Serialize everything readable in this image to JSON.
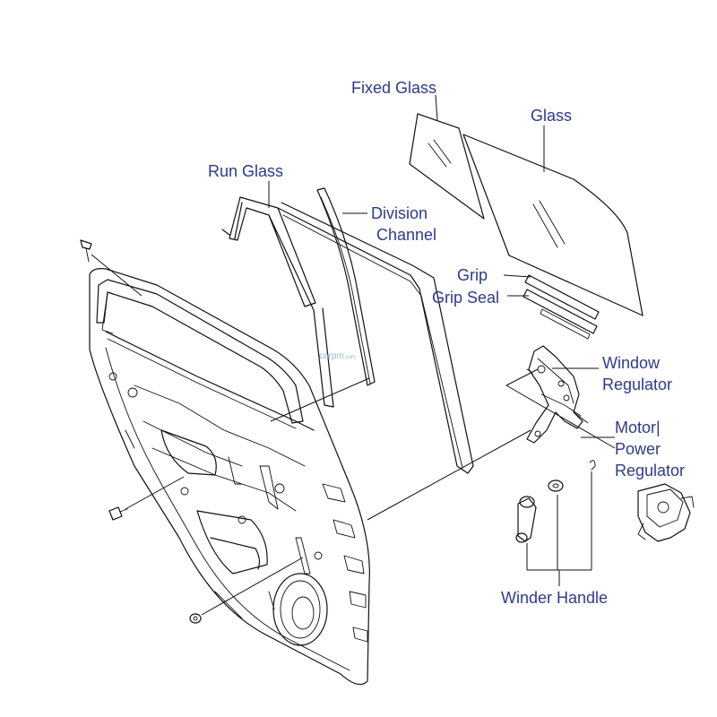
{
  "labels": {
    "fixed_glass": "Fixed Glass",
    "glass": "Glass",
    "run_glass": "Run Glass",
    "division": "Division",
    "channel": "Channel",
    "grip": "Grip",
    "grip_seal": "Grip Seal",
    "window": "Window",
    "regulator": "Regulator",
    "motor": "Motor|",
    "power": "Power",
    "power_regulator": "Regulator",
    "winder_handle": "Winder Handle"
  },
  "watermark": {
    "main": "carpm",
    "suffix": ".com"
  },
  "colors": {
    "label": "#2e3a8c",
    "line": "#111111",
    "watermark": "#9fb7cc"
  }
}
